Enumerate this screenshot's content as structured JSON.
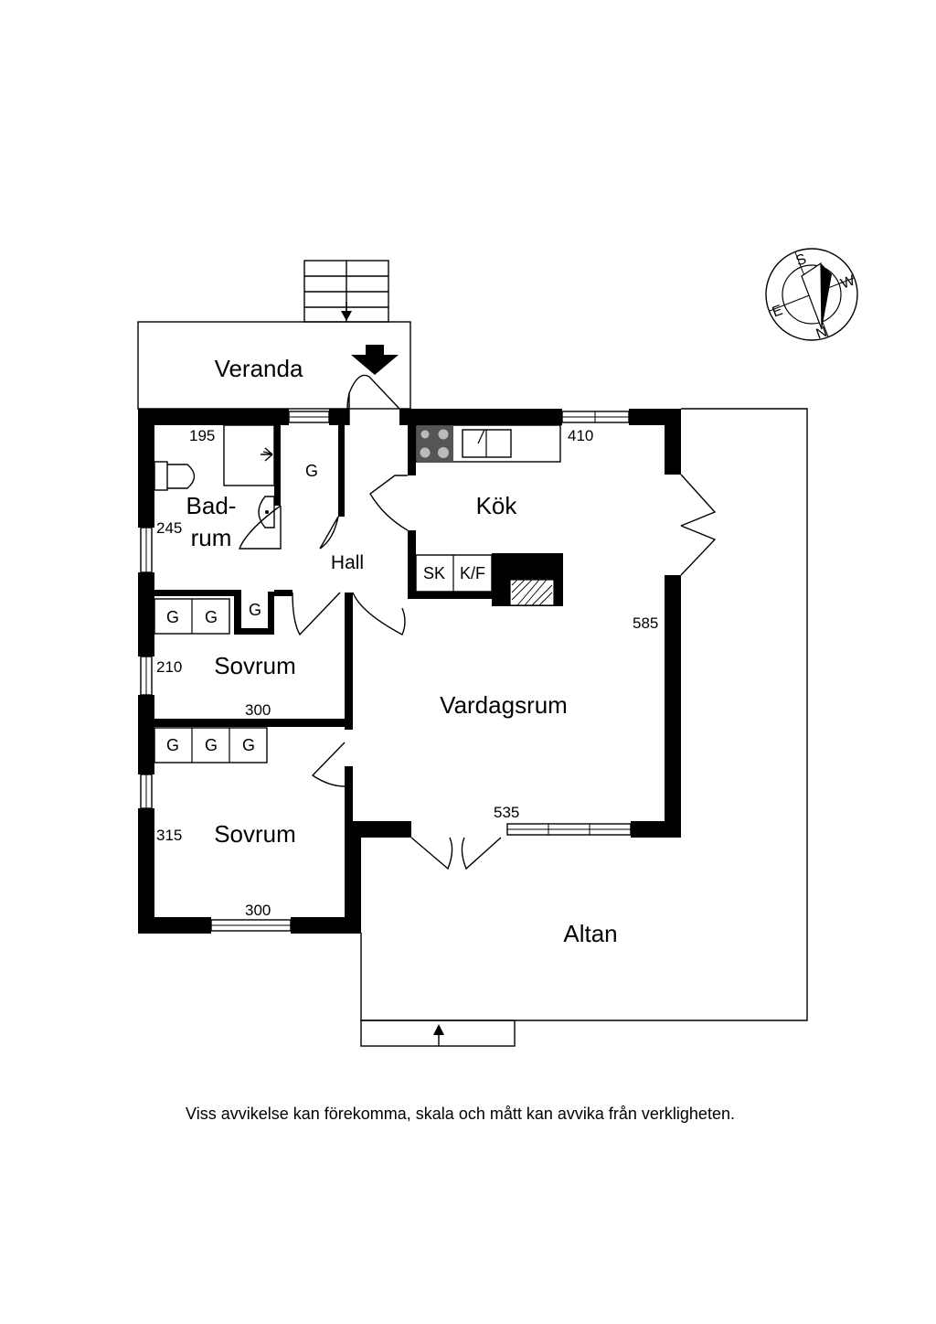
{
  "rooms": {
    "veranda": "Veranda",
    "kok": "Kök",
    "badrum_1": "Bad-",
    "badrum_2": "rum",
    "hall": "Hall",
    "sovrum_upper": "Sovrum",
    "sovrum_lower": "Sovrum",
    "vardagsrum": "Vardagsrum",
    "altan": "Altan"
  },
  "labels": {
    "garderob": "G",
    "skafferi": "SK",
    "kyl_frys": "K/F"
  },
  "dimensions": {
    "bad_width": "195",
    "bad_depth": "245",
    "kok_width": "410",
    "living_depth": "585",
    "sov1_depth": "210",
    "sov1_width": "300",
    "living_width": "535",
    "sov2_depth": "315",
    "sov2_width": "300"
  },
  "compass": {
    "s": "S",
    "w": "W",
    "e": "E",
    "n": "N"
  },
  "disclaimer": "Viss avvikelse kan förekomma, skala och mått kan avvika från verkligheten."
}
